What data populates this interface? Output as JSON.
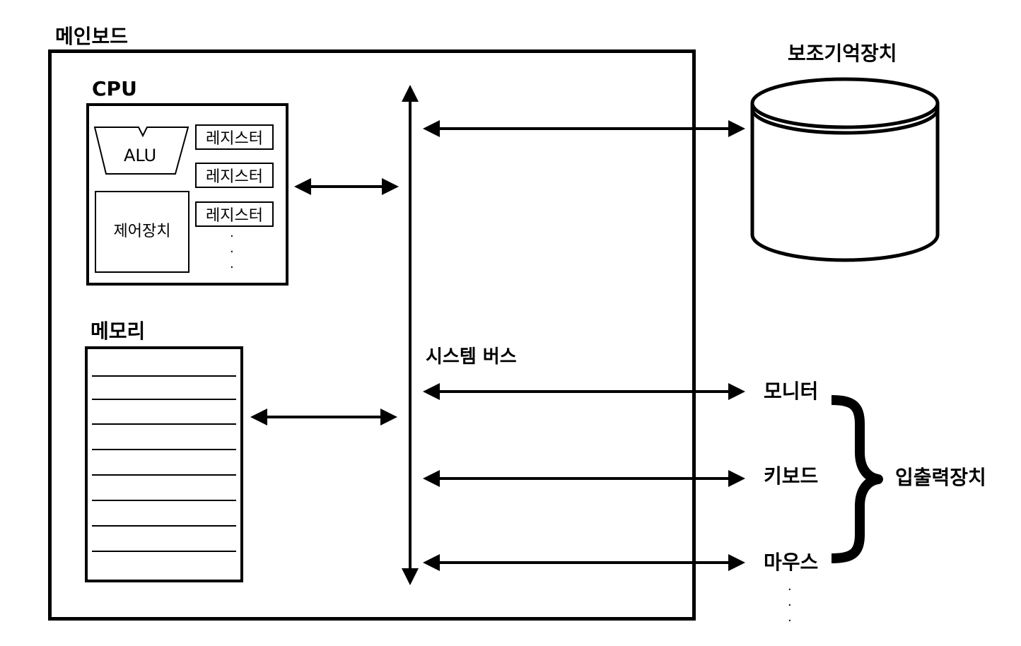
{
  "mainboard": {
    "title": "메인보드"
  },
  "cpu": {
    "title": "CPU",
    "alu_label": "ALU",
    "control_unit_label": "제어장치",
    "registers": [
      "레지스터",
      "레지스터",
      "레지스터"
    ],
    "ellipsis": "·"
  },
  "memory": {
    "title": "메모리"
  },
  "bus": {
    "label": "시스템 버스"
  },
  "storage": {
    "title": "보조기억장치"
  },
  "io": {
    "devices": [
      "모니터",
      "키보드",
      "마우스"
    ],
    "group_label": "입출력장치",
    "ellipsis": "·"
  },
  "colors": {
    "line": "#000000",
    "background": "#ffffff"
  }
}
